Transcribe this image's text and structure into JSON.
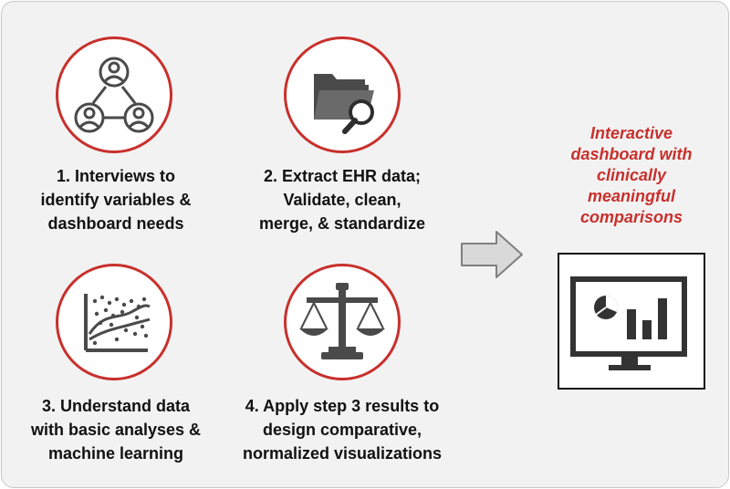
{
  "steps": [
    {
      "lines": [
        "1. Interviews to",
        "identify variables &",
        "dashboard needs"
      ],
      "icon": "people-network-icon"
    },
    {
      "lines": [
        "2. Extract EHR data;",
        "Validate, clean,",
        "merge, & standardize"
      ],
      "icon": "folder-search-icon"
    },
    {
      "lines": [
        "3. Understand data",
        "with basic analyses &",
        "machine learning"
      ],
      "icon": "scatter-trend-icon"
    },
    {
      "lines": [
        "4. Apply step 3 results to",
        "design comparative,",
        "normalized visualizations"
      ],
      "icon": "balance-scale-icon"
    }
  ],
  "outcome": {
    "lines": [
      "Interactive",
      "dashboard with",
      "clinically",
      "meaningful",
      "comparisons"
    ],
    "icon": "dashboard-monitor-icon"
  },
  "colors": {
    "accent": "#c8302c",
    "icon": "#4a4a4a",
    "arrow_fill": "#d9d9d9",
    "arrow_stroke": "#7f7f7f",
    "background": "#f2f2f2"
  }
}
